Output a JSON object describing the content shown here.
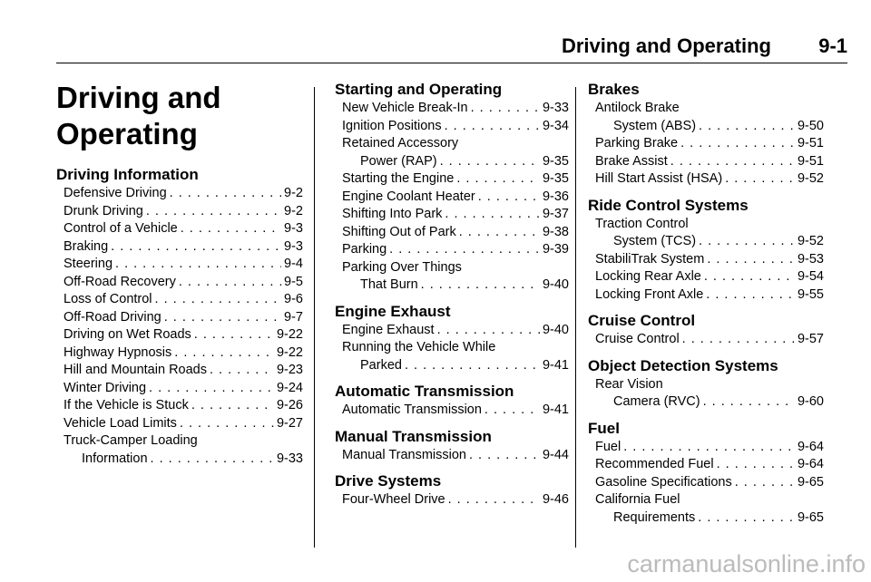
{
  "header": {
    "title": "Driving and Operating",
    "page": "9-1"
  },
  "chapter_title": [
    "Driving and",
    "Operating"
  ],
  "columns": [
    [
      {
        "heading": "Driving Information",
        "entries": [
          {
            "label": "Defensive Driving",
            "page": "9-2"
          },
          {
            "label": "Drunk Driving",
            "page": "9-2"
          },
          {
            "label": "Control of a Vehicle",
            "page": "9-3"
          },
          {
            "label": "Braking",
            "page": "9-3"
          },
          {
            "label": "Steering",
            "page": "9-4"
          },
          {
            "label": "Off-Road Recovery",
            "page": "9-5"
          },
          {
            "label": "Loss of Control",
            "page": "9-6"
          },
          {
            "label": "Off-Road Driving",
            "page": "9-7"
          },
          {
            "label": "Driving on Wet Roads",
            "page": "9-22"
          },
          {
            "label": "Highway Hypnosis",
            "page": "9-22"
          },
          {
            "label": "Hill and Mountain Roads",
            "page": "9-23"
          },
          {
            "label": "Winter Driving",
            "page": "9-24"
          },
          {
            "label": "If the Vehicle is Stuck",
            "page": "9-26"
          },
          {
            "label": "Vehicle Load Limits",
            "page": "9-27"
          },
          {
            "label": "Truck-Camper Loading",
            "cont": "Information",
            "page": "9-33"
          }
        ]
      }
    ],
    [
      {
        "heading": "Starting and Operating",
        "entries": [
          {
            "label": "New Vehicle Break-In",
            "page": "9-33"
          },
          {
            "label": "Ignition Positions",
            "page": "9-34"
          },
          {
            "label": "Retained Accessory",
            "cont": "Power (RAP)",
            "page": "9-35"
          },
          {
            "label": "Starting the Engine",
            "page": "9-35"
          },
          {
            "label": "Engine Coolant Heater",
            "page": "9-36"
          },
          {
            "label": "Shifting Into Park",
            "page": "9-37"
          },
          {
            "label": "Shifting Out of Park",
            "page": "9-38"
          },
          {
            "label": "Parking",
            "page": "9-39"
          },
          {
            "label": "Parking Over Things",
            "cont": "That Burn",
            "page": "9-40"
          }
        ]
      },
      {
        "heading": "Engine Exhaust",
        "entries": [
          {
            "label": "Engine Exhaust",
            "page": "9-40"
          },
          {
            "label": "Running the Vehicle While",
            "cont": "Parked",
            "page": "9-41"
          }
        ]
      },
      {
        "heading": "Automatic Transmission",
        "entries": [
          {
            "label": "Automatic Transmission",
            "page": "9-41"
          }
        ]
      },
      {
        "heading": "Manual Transmission",
        "entries": [
          {
            "label": "Manual Transmission",
            "page": "9-44"
          }
        ]
      },
      {
        "heading": "Drive Systems",
        "entries": [
          {
            "label": "Four-Wheel Drive",
            "page": "9-46"
          }
        ]
      }
    ],
    [
      {
        "heading": "Brakes",
        "entries": [
          {
            "label": "Antilock Brake",
            "cont": "System (ABS)",
            "page": "9-50"
          },
          {
            "label": "Parking Brake",
            "page": "9-51"
          },
          {
            "label": "Brake Assist",
            "page": "9-51"
          },
          {
            "label": "Hill Start Assist (HSA)",
            "page": "9-52"
          }
        ]
      },
      {
        "heading": "Ride Control Systems",
        "entries": [
          {
            "label": "Traction Control",
            "cont": "System (TCS)",
            "page": "9-52"
          },
          {
            "label": "StabiliTrak System",
            "page": "9-53"
          },
          {
            "label": "Locking Rear Axle",
            "page": "9-54"
          },
          {
            "label": "Locking Front Axle",
            "page": "9-55"
          }
        ]
      },
      {
        "heading": "Cruise Control",
        "entries": [
          {
            "label": "Cruise Control",
            "page": "9-57"
          }
        ]
      },
      {
        "heading": "Object Detection Systems",
        "entries": [
          {
            "label": "Rear Vision",
            "cont": "Camera (RVC)",
            "page": "9-60"
          }
        ]
      },
      {
        "heading": "Fuel",
        "entries": [
          {
            "label": "Fuel",
            "page": "9-64"
          },
          {
            "label": "Recommended Fuel",
            "page": "9-64"
          },
          {
            "label": "Gasoline Specifications",
            "page": "9-65"
          },
          {
            "label": "California Fuel",
            "cont": "Requirements",
            "page": "9-65"
          }
        ]
      }
    ]
  ],
  "watermark": "carmanualsonline.info"
}
